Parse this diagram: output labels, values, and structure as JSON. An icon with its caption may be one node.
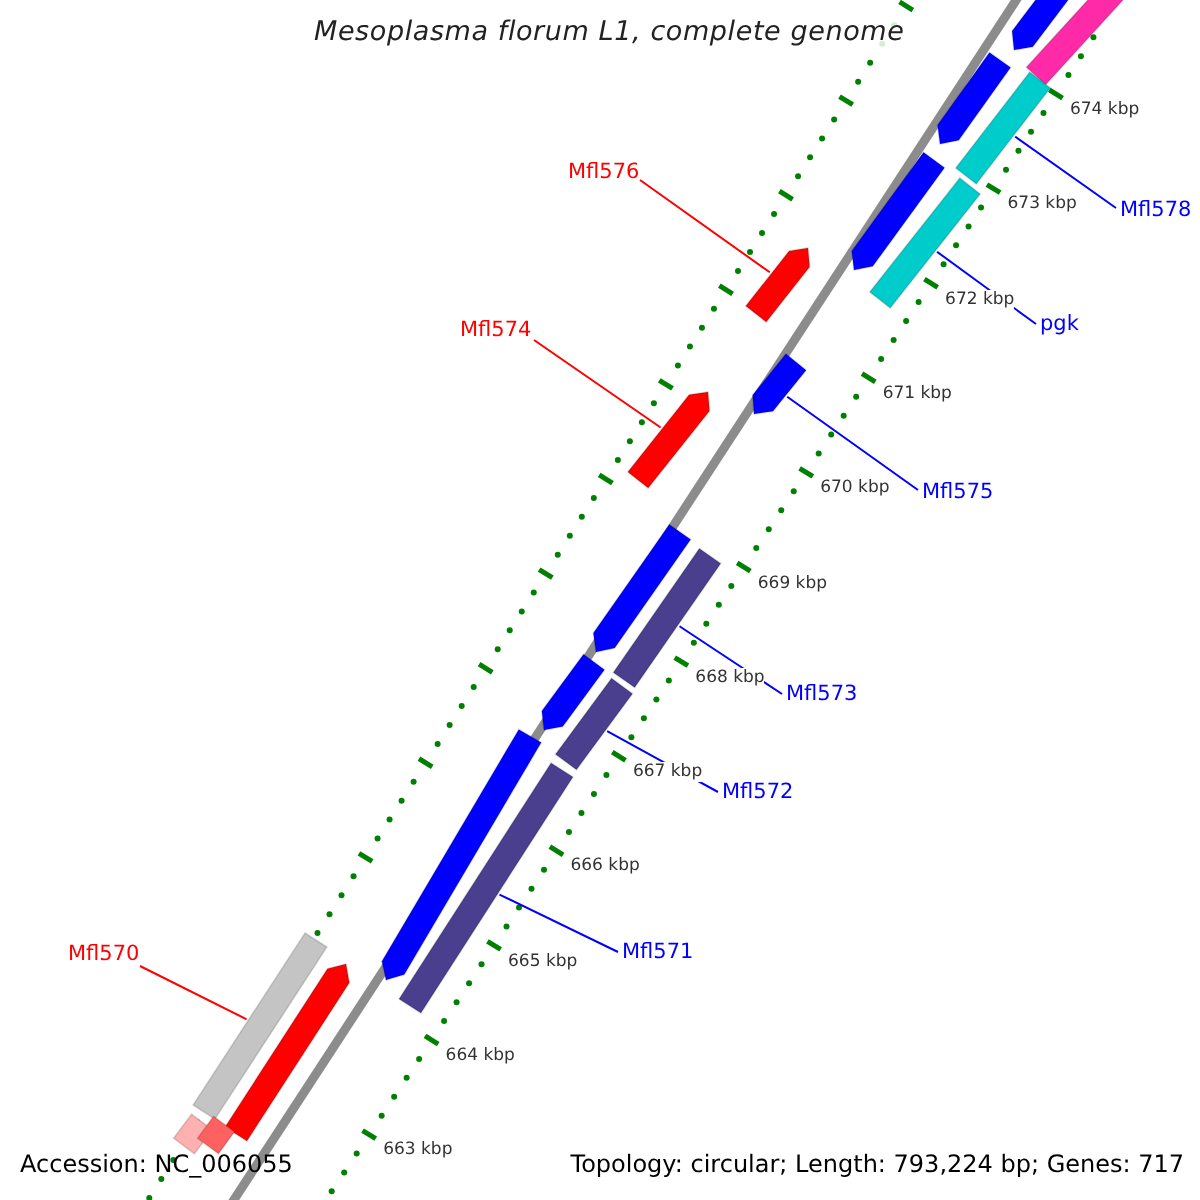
{
  "diagram": {
    "title": "Mesoplasma florum L1, complete genome",
    "nodes": [
      {
        "text": [
          "Mfl576"
        ]
      },
      {
        "text": [
          "Mfl574"
        ]
      },
      {
        "text": [
          "Mfl570"
        ]
      },
      {
        "text": [
          "Mfl578"
        ]
      },
      {
        "text": [
          "pgk"
        ]
      },
      {
        "text": [
          "Mfl575"
        ]
      },
      {
        "text": [
          "Mfl573"
        ]
      },
      {
        "text": [
          "Mfl572"
        ]
      },
      {
        "text": [
          "Mfl571"
        ]
      },
      {
        "text": [],
        "shape": "bar"
      },
      {
        "text": [],
        "shape": "bar"
      },
      {
        "text": [],
        "shape": "bar"
      },
      {
        "text": [],
        "shape": "bar"
      },
      {
        "text": [],
        "shape": "bar"
      },
      {
        "text": [],
        "shape": "bar"
      },
      {
        "text": [],
        "shape": "bar"
      },
      {
        "text": [],
        "shape": "bar"
      },
      {
        "text": [],
        "shape": "bar"
      },
      {
        "text": [],
        "shape": "bar"
      },
      {
        "text": [],
        "shape": "bar"
      },
      {
        "text": [],
        "shape": "bar"
      },
      {
        "text": [],
        "shape": "bar"
      },
      {
        "text": [],
        "shape": "bar"
      },
      {
        "text": [],
        "shape": "bar"
      },
      {
        "text": [],
        "shape": "bar"
      },
      {
        "text": [],
        "shape": "bar"
      },
      {
        "text": [],
        "shape": "bar"
      },
      {
        "text": [],
        "shape": "bar"
      }
    ],
    "edges": [
      {
        "from": 0,
        "to": 15,
        "arrow": "none",
        "color": "#ff0000"
      },
      {
        "from": 1,
        "to": 17,
        "arrow": "none",
        "color": "#ff0000"
      },
      {
        "from": 2,
        "to": 24,
        "arrow": "none",
        "color": "#ff0000"
      },
      {
        "from": 3,
        "to": 12,
        "arrow": "none"
      },
      {
        "from": 4,
        "to": 14,
        "arrow": "none"
      },
      {
        "from": 5,
        "to": 16,
        "arrow": "none"
      },
      {
        "from": 6,
        "to": 19,
        "arrow": "none"
      },
      {
        "from": 7,
        "to": 21,
        "arrow": "none"
      },
      {
        "from": 8,
        "to": 23,
        "arrow": "none"
      }
    ],
    "labels": [
      "674 kbp",
      "673 kbp",
      "672 kbp",
      "671 kbp",
      "670 kbp",
      "669 kbp",
      "668 kbp",
      "667 kbp",
      "666 kbp",
      "665 kbp",
      "664 kbp",
      "663 kbp",
      "Accession: NC_006055",
      "Topology: circular; Length: 793,224 bp; Genes: 717"
    ]
  }
}
